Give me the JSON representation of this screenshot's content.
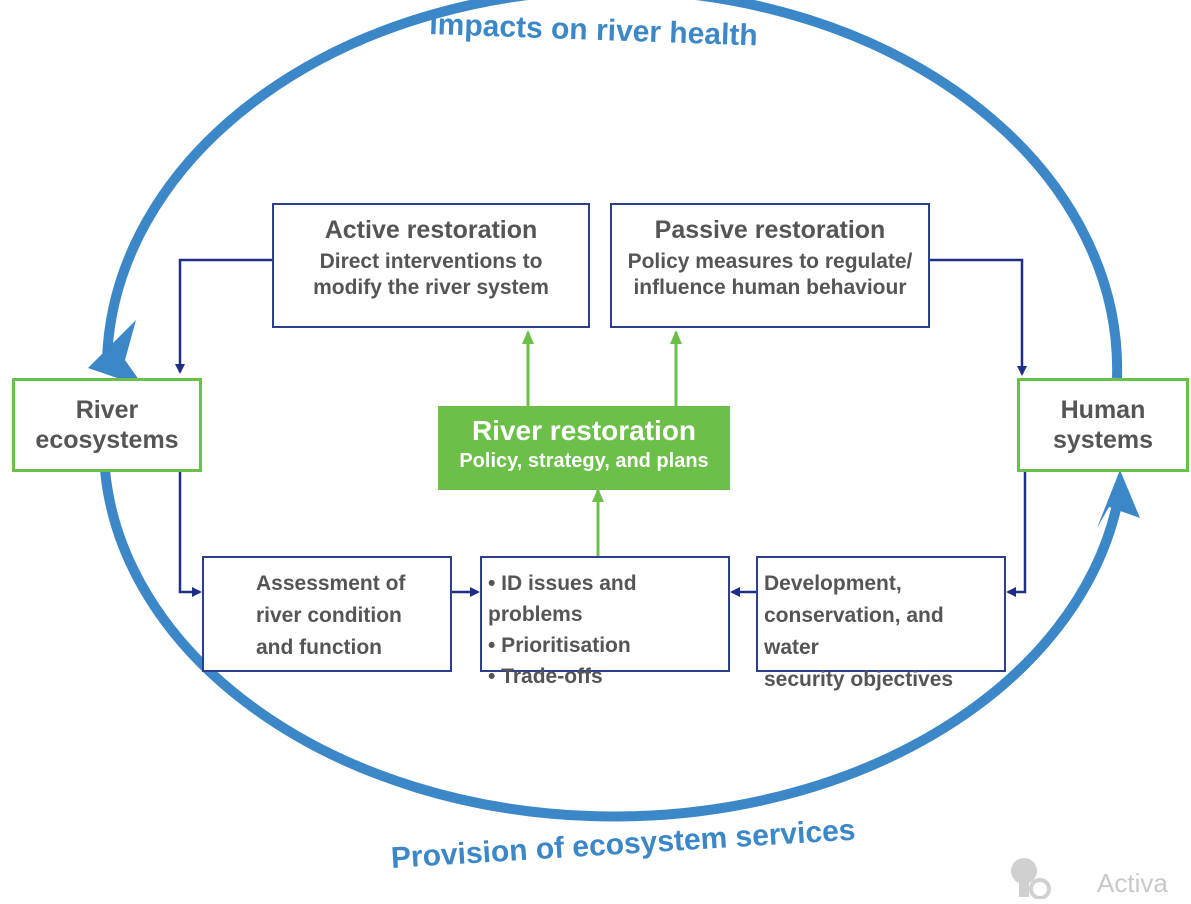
{
  "arc_labels": {
    "top": "Impacts on river health",
    "bottom": "Provision of ecosystem services"
  },
  "side_boxes": {
    "left": {
      "line1": "River",
      "line2": "ecosystems"
    },
    "right": {
      "line1": "Human",
      "line2": "systems"
    }
  },
  "top_boxes": {
    "active": {
      "title": "Active restoration",
      "line1": "Direct interventions to",
      "line2": "modify the river system"
    },
    "passive": {
      "title": "Passive restoration",
      "line1": "Policy measures to regulate/",
      "line2": "influence human behaviour"
    }
  },
  "center_box": {
    "title": "River restoration",
    "subtitle": "Policy, strategy, and plans"
  },
  "bottom_boxes": {
    "assessment": {
      "line1": "Assessment of",
      "line2": "river condition",
      "line3": "and function"
    },
    "issues": {
      "items": [
        "• ID issues and problems",
        "• Prioritisation",
        "• Trade-offs"
      ]
    },
    "development": {
      "line1": "Development,",
      "line2": "conservation, and water",
      "line3": "security objectives"
    }
  },
  "watermark": "Activa",
  "colors": {
    "arc": "#3b87c7",
    "blue_border": "#2c3f8f",
    "green": "#6cc04a",
    "text": "#555555"
  }
}
